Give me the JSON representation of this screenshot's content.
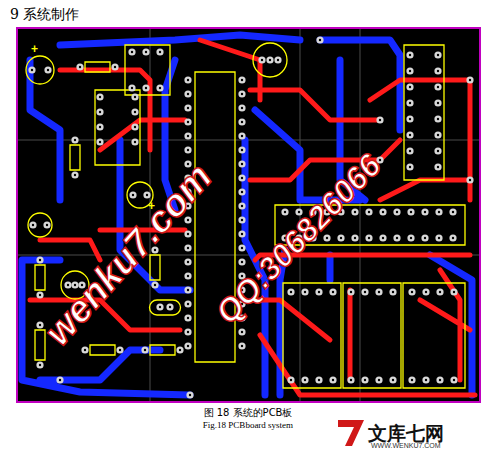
{
  "diagram": {
    "title": "9 系统制作",
    "caption": "图 18 系统的PCB板",
    "labels": [
      "Fig.18 PCBboard system",
      "+",
      "+",
      "wenku7.com",
      "QQ:306826066",
      "文库七网",
      "WWW.WENKU7.COM"
    ]
  }
}
